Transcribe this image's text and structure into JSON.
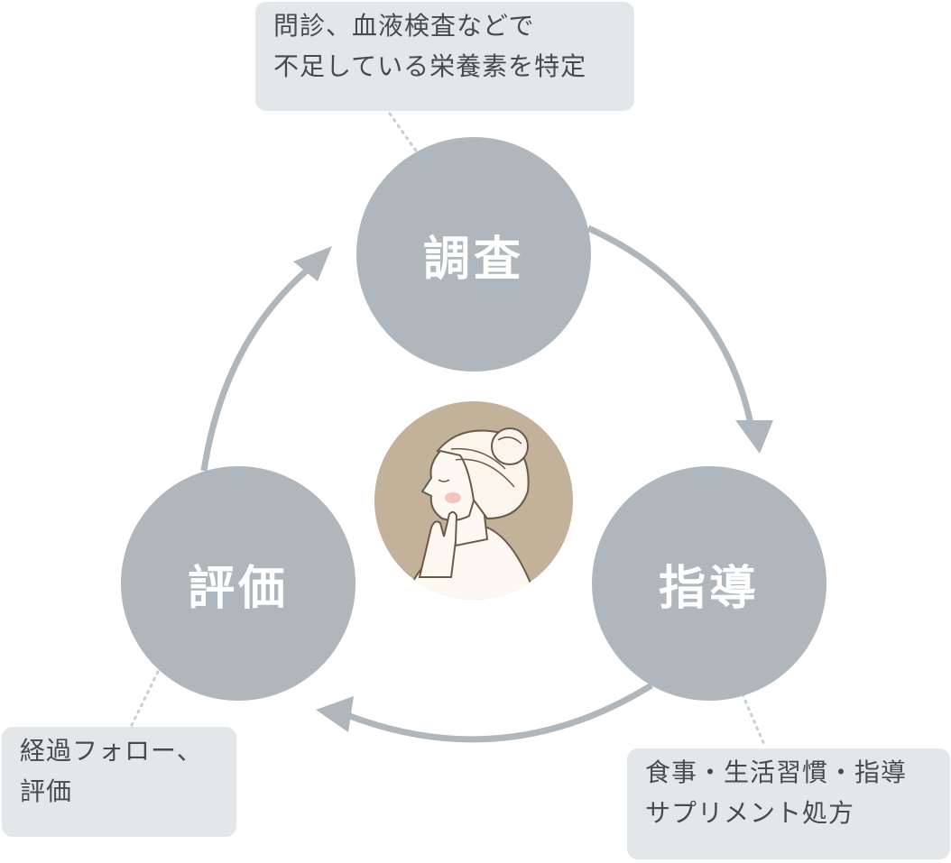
{
  "steps": {
    "survey": {
      "title": "調査",
      "note_line1": "問診、血液検査などで",
      "note_line2": "不足している栄養素を特定"
    },
    "guidance": {
      "title": "指導",
      "note_line1": "食事・生活習慣・指導",
      "note_line2": "サプリメント処方"
    },
    "evaluation": {
      "title": "評価",
      "note_line1": "経過フォロー、",
      "note_line2": "評価"
    }
  },
  "colors": {
    "circle": "#b0b7bc",
    "arrow": "#b0b7bc",
    "label_bg": "#e3e7ea",
    "illustration_bg": "#c3b29a",
    "text_dark": "#4a4a4a"
  },
  "icons": {
    "center": "woman-profile-illustration"
  }
}
